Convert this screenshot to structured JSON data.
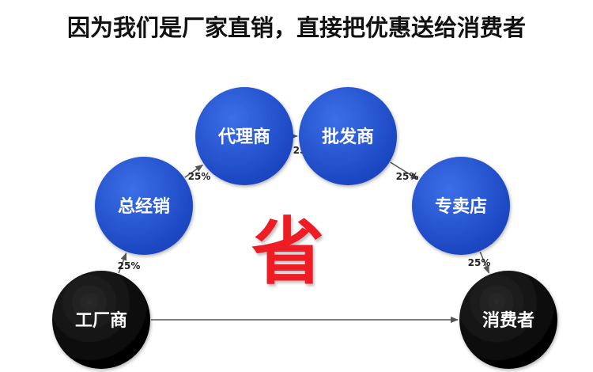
{
  "headline": "因为我们是厂家直销，直接把优惠送给消费者",
  "center_char": "省",
  "colors": {
    "blue_node": "#1f4fcf",
    "black_node": "#0a0a0a",
    "accent_red": "#ee1c25",
    "arrow": "#555555"
  },
  "nodes": [
    {
      "id": "factory",
      "label": "工厂商",
      "fill": "black"
    },
    {
      "id": "general",
      "label": "总经销",
      "fill": "blue"
    },
    {
      "id": "agent",
      "label": "代理商",
      "fill": "blue"
    },
    {
      "id": "wholesale",
      "label": "批发商",
      "fill": "blue"
    },
    {
      "id": "store",
      "label": "专卖店",
      "fill": "blue"
    },
    {
      "id": "consumer",
      "label": "消费者",
      "fill": "black"
    }
  ],
  "edges": [
    {
      "from": "factory",
      "to": "general",
      "label": "25%"
    },
    {
      "from": "general",
      "to": "agent",
      "label": "25%"
    },
    {
      "from": "agent",
      "to": "wholesale",
      "label": "25%"
    },
    {
      "from": "wholesale",
      "to": "store",
      "label": "25%"
    },
    {
      "from": "store",
      "to": "consumer",
      "label": "25%"
    },
    {
      "from": "factory",
      "to": "consumer",
      "label": ""
    }
  ]
}
